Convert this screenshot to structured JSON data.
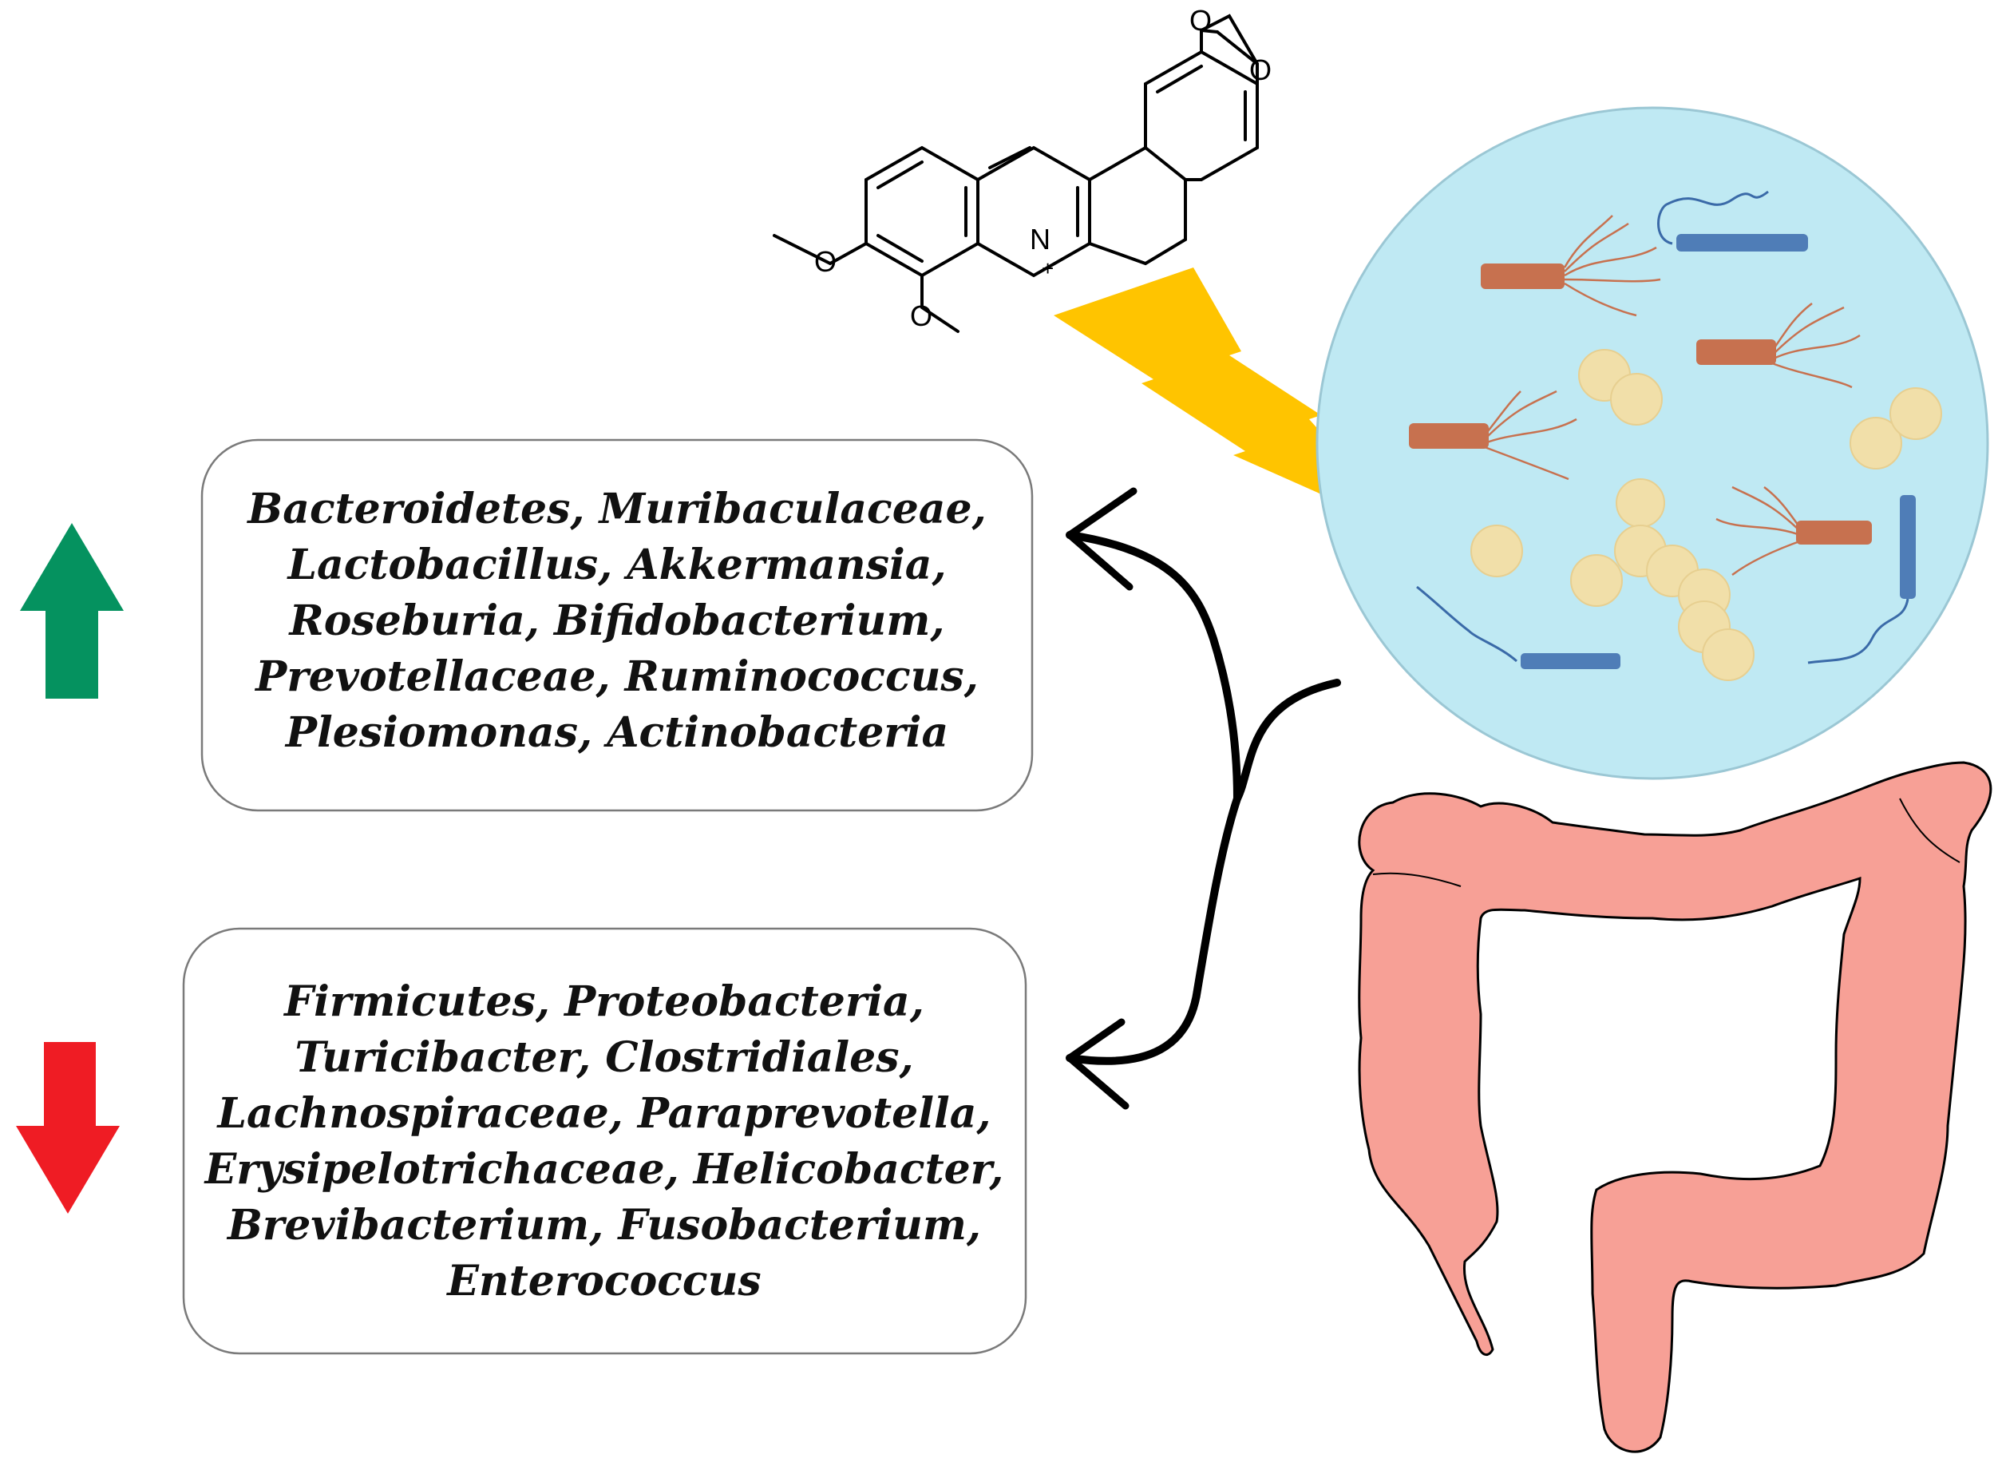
{
  "molecule": {
    "atoms": {
      "oxygen": "O",
      "nitrogen": "N",
      "charge": "+"
    }
  },
  "increased_box": {
    "lines": [
      "Bacteroidetes, Muribaculaceae,",
      "Lactobacillus, Akkermansia,",
      "Roseburia, Bifidobacterium,",
      "Prevotellaceae, Ruminococcus,",
      "Plesiomonas, Actinobacteria"
    ]
  },
  "decreased_box": {
    "lines": [
      "Firmicutes, Proteobacteria,",
      "Turicibacter, Clostridiales,",
      "Lachnospiraceae, Paraprevotella,",
      "Erysipelotrichaceae, Helicobacter,",
      "Brevibacterium, Fusobacterium,",
      "Enterococcus"
    ]
  },
  "colors": {
    "up_arrow": "#05925f",
    "down_arrow": "#ef1c24",
    "lightning": "#ffc400",
    "microbe_circle": "#bfe9f3",
    "rod_bacteria": "#c7714f",
    "cocci": "#f1dfa9",
    "blue_bacteria": "#4f7db7",
    "colon": "#f7a096"
  },
  "icons": [
    "berberine-structure",
    "lightning-bolt",
    "gut-microbiota-circle",
    "colon",
    "up-arrow",
    "down-arrow",
    "bidirectional-arrow"
  ]
}
